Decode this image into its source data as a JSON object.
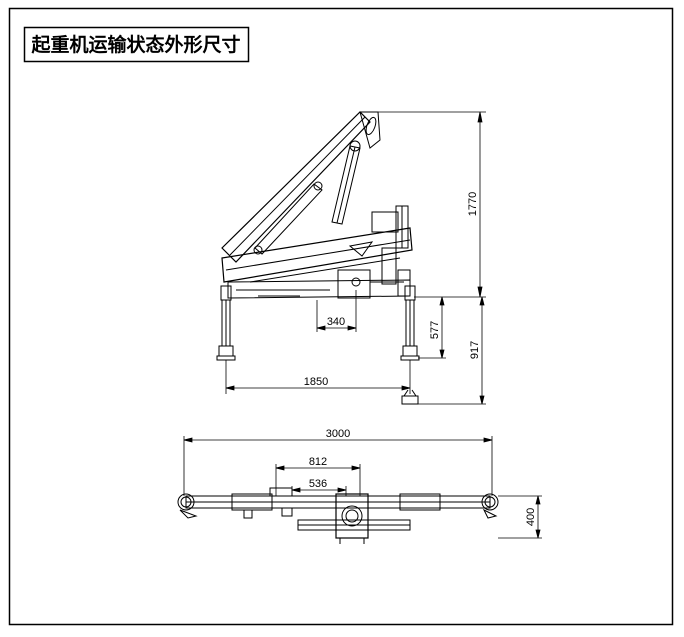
{
  "title": "起重机运输状态外形尺寸",
  "side_view": {
    "dims": {
      "height_total": "1770",
      "height_917": "917",
      "height_577": "577",
      "offset_340": "340",
      "width_1850": "1850"
    }
  },
  "top_view": {
    "dims": {
      "length_3000": "3000",
      "width_812": "812",
      "width_536": "536",
      "depth_400": "400"
    }
  }
}
